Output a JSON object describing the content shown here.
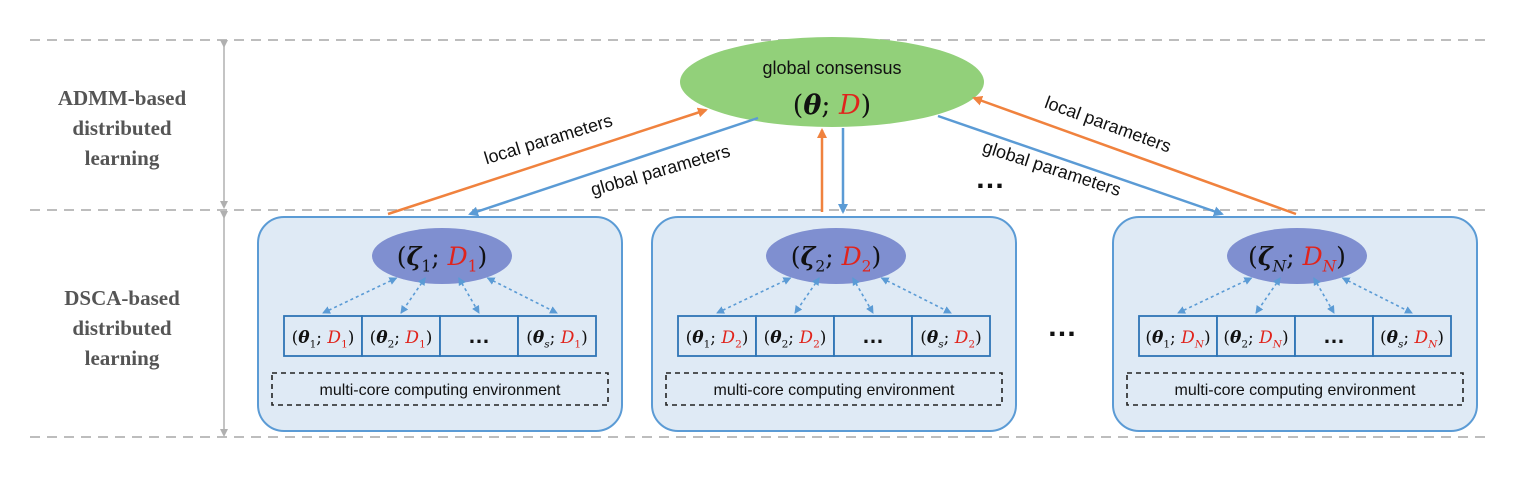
{
  "sections": {
    "admm": {
      "line1": "ADMM-based",
      "line2": "distributed",
      "line3": "learning"
    },
    "dsca": {
      "line1": "DSCA-based",
      "line2": "distributed",
      "line3": "learning"
    }
  },
  "global_node": {
    "label": "global consensus",
    "param": "θ",
    "data": "D",
    "fill": "#92d07a"
  },
  "edge_labels": {
    "left_local": "local parameters",
    "left_global": "global parameters",
    "right_local": "local parameters",
    "right_global": "global parameters"
  },
  "ellipsis": "…",
  "colors": {
    "local_arrow": "#f0823e",
    "global_arrow": "#5b9bd5",
    "data_red": "#e0241c",
    "node_fill": "#7f8fd0",
    "panel_fill": "#dfeaf5",
    "panel_stroke": "#5b9bd5",
    "cell_stroke": "#2e75b6",
    "dashed_line": "#bdbdbd"
  },
  "panels": [
    {
      "node": {
        "param": "ζ",
        "sub": "1",
        "data": "D",
        "dsub": "1"
      },
      "cells": [
        {
          "param": "θ",
          "sub": "1",
          "data": "D",
          "dsub": "1"
        },
        {
          "param": "θ",
          "sub": "2",
          "data": "D",
          "dsub": "1"
        },
        {
          "ellipsis": "…"
        },
        {
          "param": "θ",
          "sub": "s",
          "data": "D",
          "dsub": "1"
        }
      ],
      "env_label": "multi-core computing environment"
    },
    {
      "node": {
        "param": "ζ",
        "sub": "2",
        "data": "D",
        "dsub": "2"
      },
      "cells": [
        {
          "param": "θ",
          "sub": "1",
          "data": "D",
          "dsub": "2"
        },
        {
          "param": "θ",
          "sub": "2",
          "data": "D",
          "dsub": "2"
        },
        {
          "ellipsis": "…"
        },
        {
          "param": "θ",
          "sub": "s",
          "data": "D",
          "dsub": "2"
        }
      ],
      "env_label": "multi-core computing environment"
    },
    {
      "node": {
        "param": "ζ",
        "sub": "N",
        "data": "D",
        "dsub": "N"
      },
      "cells": [
        {
          "param": "θ",
          "sub": "1",
          "data": "D",
          "dsub": "N"
        },
        {
          "param": "θ",
          "sub": "2",
          "data": "D",
          "dsub": "N"
        },
        {
          "ellipsis": "…"
        },
        {
          "param": "θ",
          "sub": "s",
          "data": "D",
          "dsub": "N"
        }
      ],
      "env_label": "multi-core computing environment"
    }
  ]
}
